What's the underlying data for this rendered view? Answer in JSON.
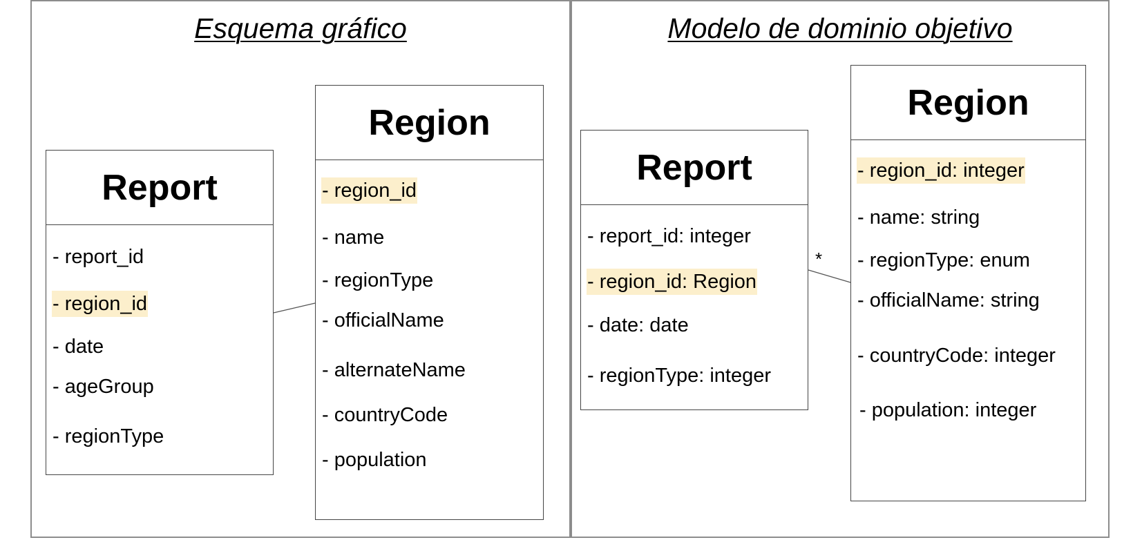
{
  "left_panel": {
    "title": "Esquema gráfico",
    "report": {
      "name": "Report",
      "attributes": [
        {
          "text": "- report_id",
          "highlighted": false
        },
        {
          "text": "- region_id",
          "highlighted": true
        },
        {
          "text": "- date",
          "highlighted": false
        },
        {
          "text": "- ageGroup",
          "highlighted": false
        },
        {
          "text": "- regionType",
          "highlighted": false
        }
      ]
    },
    "region": {
      "name": "Region",
      "attributes": [
        {
          "text": "- region_id",
          "highlighted": true
        },
        {
          "text": "- name",
          "highlighted": false
        },
        {
          "text": "- regionType",
          "highlighted": false
        },
        {
          "text": "- officialName",
          "highlighted": false
        },
        {
          "text": "- alternateName",
          "highlighted": false
        },
        {
          "text": "- countryCode",
          "highlighted": false
        },
        {
          "text": "- population",
          "highlighted": false
        }
      ]
    }
  },
  "right_panel": {
    "title": "Modelo de dominio objetivo",
    "report": {
      "name": "Report",
      "attributes": [
        {
          "text": "- report_id: integer",
          "highlighted": false
        },
        {
          "text": "- region_id: Region",
          "highlighted": true
        },
        {
          "text": "- date: date",
          "highlighted": false
        },
        {
          "text": "- regionType: integer",
          "highlighted": false
        }
      ]
    },
    "region": {
      "name": "Region",
      "attributes": [
        {
          "text": "- region_id: integer",
          "highlighted": true
        },
        {
          "text": "- name: string",
          "highlighted": false
        },
        {
          "text": "- regionType: enum",
          "highlighted": false
        },
        {
          "text": "- officialName: string",
          "highlighted": false
        },
        {
          "text": "- countryCode: integer",
          "highlighted": false
        },
        {
          "text": "- population: integer",
          "highlighted": false
        }
      ]
    },
    "association_multiplicity": "*"
  },
  "colors": {
    "highlight": "#fcefcc",
    "border": "#444444",
    "panel_border": "#8c8c8c"
  }
}
